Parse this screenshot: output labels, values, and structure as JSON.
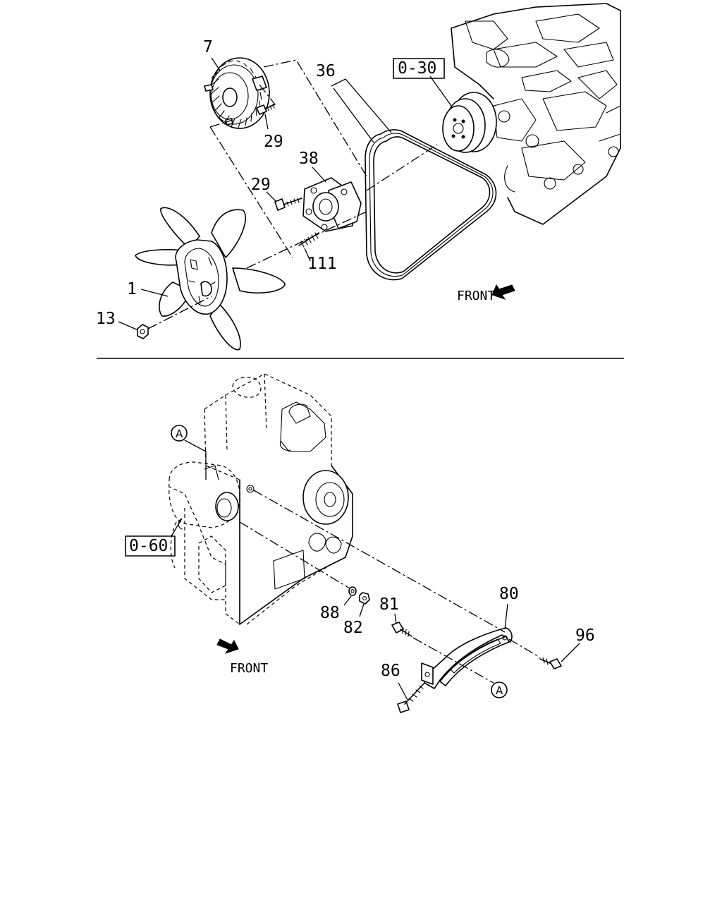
{
  "top_view": {
    "callouts": {
      "c7": "7",
      "c29a": "29",
      "c29b": "29",
      "c36": "36",
      "c38": "38",
      "c111": "111",
      "c1": "1",
      "c13": "13"
    },
    "reference_box": "0-30",
    "direction_label": "FRONT"
  },
  "bottom_view": {
    "callouts": {
      "c80": "80",
      "c81": "81",
      "c82": "82",
      "c86": "86",
      "c88": "88",
      "c96": "96"
    },
    "reference_box": "0-60",
    "circle_marker": "A",
    "direction_label": "FRONT"
  }
}
